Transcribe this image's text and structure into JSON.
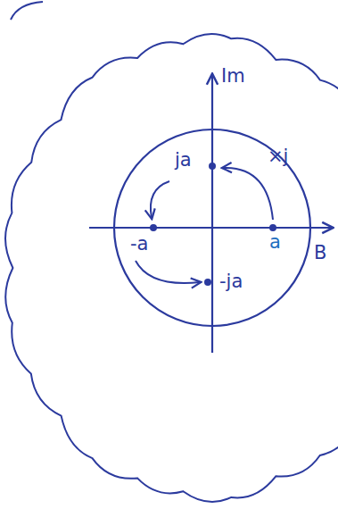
{
  "diagram": {
    "labels": [
      "Im",
      "ja",
      "×j",
      "-a",
      "a",
      "-ja",
      "B"
    ]
  }
}
